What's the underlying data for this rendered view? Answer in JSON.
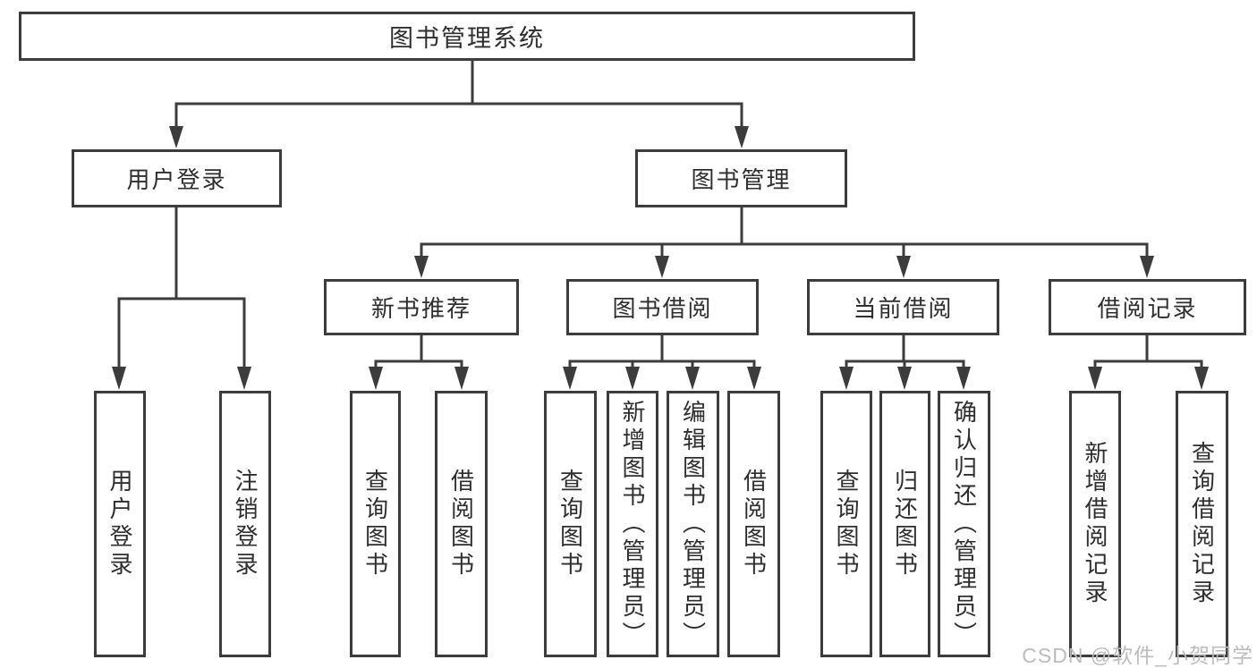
{
  "colors": {
    "line": "#3c3c3c",
    "text": "#2e2e2e",
    "background": "#ffffff",
    "watermark": "#bcbcbc"
  },
  "watermark": {
    "text": "CSDN @软件_小贺同学"
  },
  "nodes": {
    "root": {
      "label": "图书管理系统"
    },
    "user_login": {
      "label": "用户登录"
    },
    "book_management": {
      "label": "图书管理"
    },
    "new_book_recommend": {
      "label": "新书推荐"
    },
    "book_borrow": {
      "label": "图书借阅"
    },
    "current_borrow": {
      "label": "当前借阅"
    },
    "borrow_records": {
      "label": "借阅记录"
    },
    "leaf_user_login": {
      "label": "用户登录"
    },
    "leaf_logout": {
      "label": "注销登录"
    },
    "leaf_query_book_recommend": {
      "label": "查询图书"
    },
    "leaf_borrow_book_recommend": {
      "label": "借阅图书"
    },
    "leaf_query_book_borrow": {
      "label": "查询图书"
    },
    "leaf_add_book": {
      "label": "新增图书（管理员）"
    },
    "leaf_edit_book": {
      "label": "编辑图书（管理员）"
    },
    "leaf_borrow_book_borrow": {
      "label": "借阅图书"
    },
    "leaf_query_book_current": {
      "label": "查询图书"
    },
    "leaf_return_book": {
      "label": "归还图书"
    },
    "leaf_confirm_return": {
      "label": "确认归还（管理员）"
    },
    "leaf_add_borrow_record": {
      "label": "新增借阅记录"
    },
    "leaf_query_borrow_record": {
      "label": "查询借阅记录"
    }
  }
}
